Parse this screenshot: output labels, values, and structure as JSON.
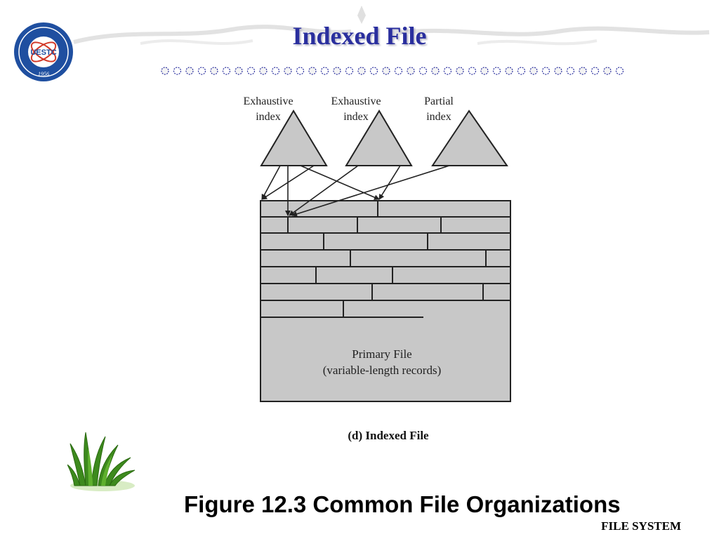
{
  "slide": {
    "title": "Indexed File",
    "footer": "FILE SYSTEM",
    "figure_caption": "Figure 12.3  Common File Organizations"
  },
  "logo": {
    "text": "UESTC",
    "year": "1956"
  },
  "diagram": {
    "indexes": [
      {
        "line1": "Exhaustive",
        "line2": "index"
      },
      {
        "line1": "Exhaustive",
        "line2": "index"
      },
      {
        "line1": "Partial",
        "line2": "index"
      }
    ],
    "primary_file": {
      "line1": "Primary File",
      "line2": "(variable-length records)"
    },
    "subcaption": "(d) Indexed File"
  },
  "colors": {
    "title": "#2a2f9e",
    "shape_fill": "#c8c8c8",
    "grass": "#4f9a26"
  }
}
